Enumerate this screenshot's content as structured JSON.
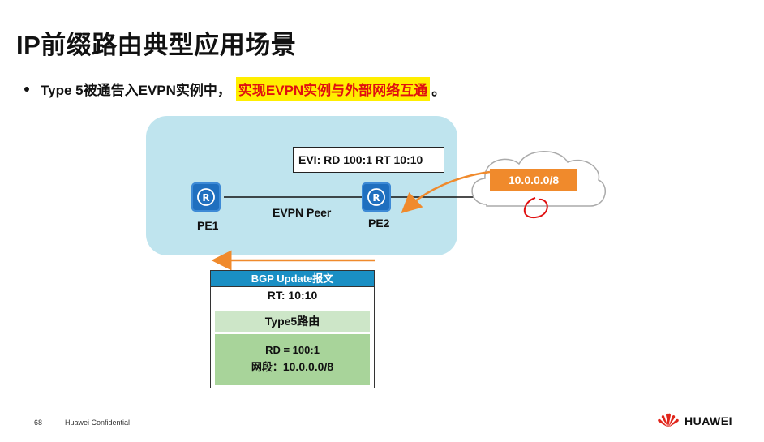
{
  "slide": {
    "title": "IP前缀路由典型应用场景",
    "bullet": {
      "text": "Type 5被通告入EVPN实例中，",
      "highlight": "实现EVPN实例与外部网络互通",
      "end": "。"
    }
  },
  "diagram": {
    "evi_label": "EVI: RD 100:1  RT 10:10",
    "pe1_label": "PE1",
    "pe2_label": "PE2",
    "peer_label": "EVPN Peer",
    "prefix": "10.0.0.0/8"
  },
  "bgp_update": {
    "header": "BGP Update报文",
    "rt": "RT: 10:10",
    "type5": "Type5路由",
    "rd": "RD = 100:1",
    "segment_label": "网段：",
    "segment_value": "10.0.0.0/8"
  },
  "footer": {
    "page_number": "68",
    "confidential": "Huawei Confidential",
    "brand": "HUAWEI"
  },
  "colors": {
    "area_fill": "#bfe4ee",
    "router": "#1f6fbf",
    "prefix_box": "#f08a2c",
    "header_blue": "#1a8fc4",
    "highlight_bg": "#ffee00",
    "highlight_text": "#e01010",
    "brand_red": "#e1261c"
  },
  "icons": [
    "router-icon",
    "cloud-icon",
    "arrow-icon",
    "huawei-logo-icon"
  ]
}
